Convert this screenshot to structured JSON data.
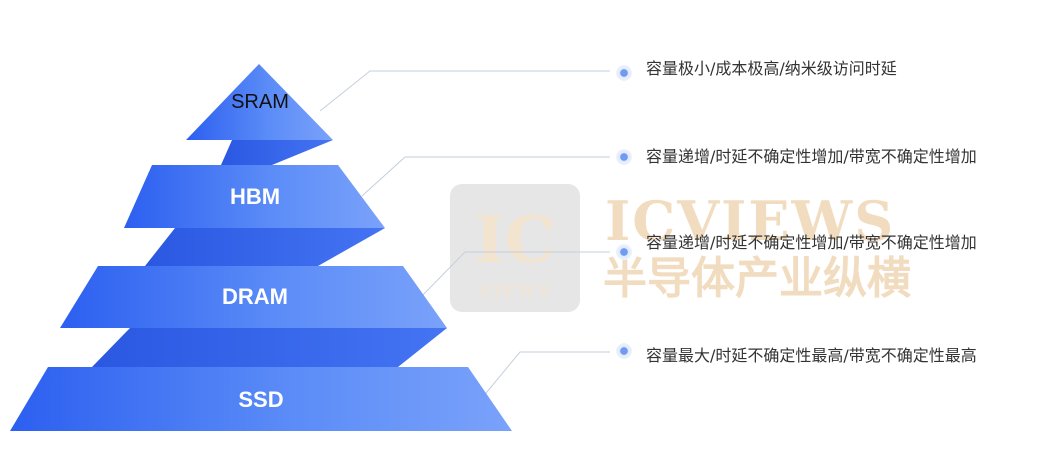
{
  "pyramid": {
    "tiers": [
      {
        "label": "SRAM"
      },
      {
        "label": "HBM"
      },
      {
        "label": "DRAM"
      },
      {
        "label": "SSD"
      }
    ]
  },
  "descriptions": [
    {
      "text": "容量极小/成本极高/纳米级访问时延"
    },
    {
      "text": "容量递增/时延不确定性增加/带宽不确定性增加"
    },
    {
      "text": "容量递增/时延不确定性增加/带宽不确定性增加"
    },
    {
      "text": "容量最大/时延不确定性最高/带宽不确定性最高"
    }
  ],
  "watermark": {
    "logo_top": "IC",
    "logo_bottom": "VIEWS",
    "brand_en": "ICVIEWS",
    "brand_cn": "半导体产业纵横"
  },
  "colors": {
    "tier_blue": "#4d7ff5",
    "tier_blue_dark": "#2456e6",
    "bullet": "#6f9bf0",
    "connector": "#c5cfdc"
  }
}
